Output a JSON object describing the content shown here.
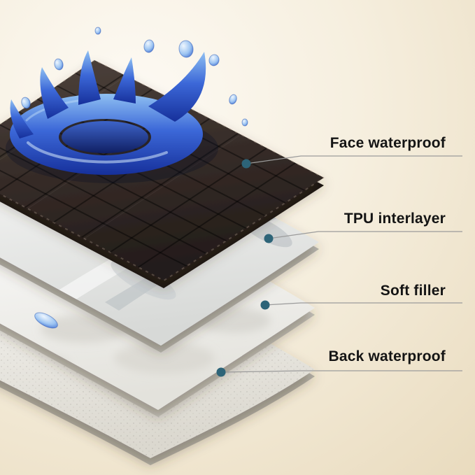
{
  "diagram": {
    "type": "product-layer-diagram",
    "callouts": [
      {
        "id": "face",
        "label": "Face waterproof"
      },
      {
        "id": "tpu",
        "label": "TPU interlayer"
      },
      {
        "id": "soft",
        "label": "Soft filler"
      },
      {
        "id": "back",
        "label": "Back waterproof"
      }
    ],
    "colors": {
      "background_light": "#fdfaf4",
      "background_dark": "#e9dbbe",
      "face_layer": "#362c28",
      "white_sheet": "#f4f4f1",
      "water_blue": "#2a52c4",
      "callout_dot": "#2d6478",
      "callout_line": "#9b9b9b",
      "text": "#141414"
    }
  }
}
